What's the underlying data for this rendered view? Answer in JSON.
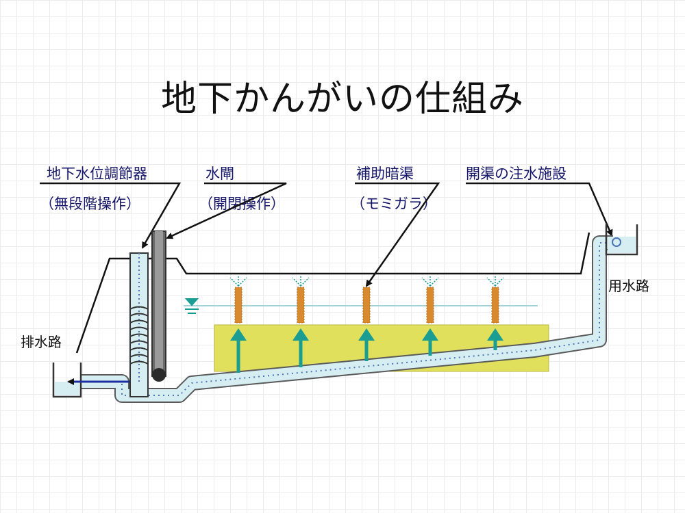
{
  "title": "地下かんがいの仕組み",
  "labels": {
    "regulator": "地下水位調節器",
    "regulator_note": "（無段階操作）",
    "gate": "水閘",
    "gate_note": "（開閉操作）",
    "aux_drain": "補助暗渠",
    "aux_drain_note": "（モミガラ）",
    "intake": "開渠の注水施設",
    "supply_canal": "用水路",
    "drain_canal": "排水路"
  },
  "colors": {
    "water": "#d6eef2",
    "pipe_dots": "#4a73b5",
    "soil": "#e1e05c",
    "arrows": "#1a9e94",
    "husk": "#d98a2e",
    "flow_arrow": "#1d2fa0",
    "water_line": "#9fd3d8"
  }
}
